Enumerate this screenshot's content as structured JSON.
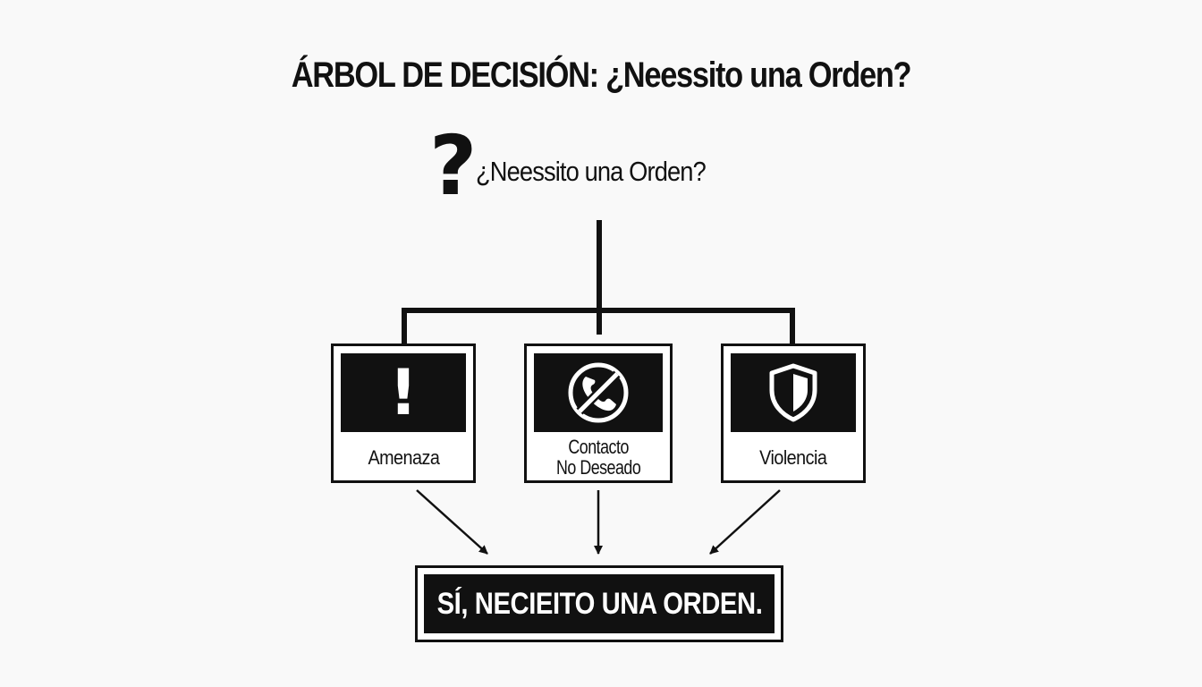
{
  "title": "ÁRBOL DE DECISIÓN: ¿Neessito una Orden?",
  "root": {
    "icon": "question-mark-icon",
    "icon_glyph": "?",
    "question": "¿Neessito una Orden?"
  },
  "options": [
    {
      "icon": "exclamation-icon",
      "label_line1": "Amenaza",
      "label_line2": ""
    },
    {
      "icon": "no-phone-icon",
      "label_line1": "Contacto",
      "label_line2": "No Deseado"
    },
    {
      "icon": "shield-icon",
      "label_line1": "Violencia",
      "label_line2": ""
    }
  ],
  "result": {
    "label": "SÍ, NECIEITO UNA ORDEN."
  },
  "colors": {
    "background": "#f9f9f9",
    "ink": "#111111",
    "panel": "#111111",
    "panel_text": "#ffffff"
  }
}
